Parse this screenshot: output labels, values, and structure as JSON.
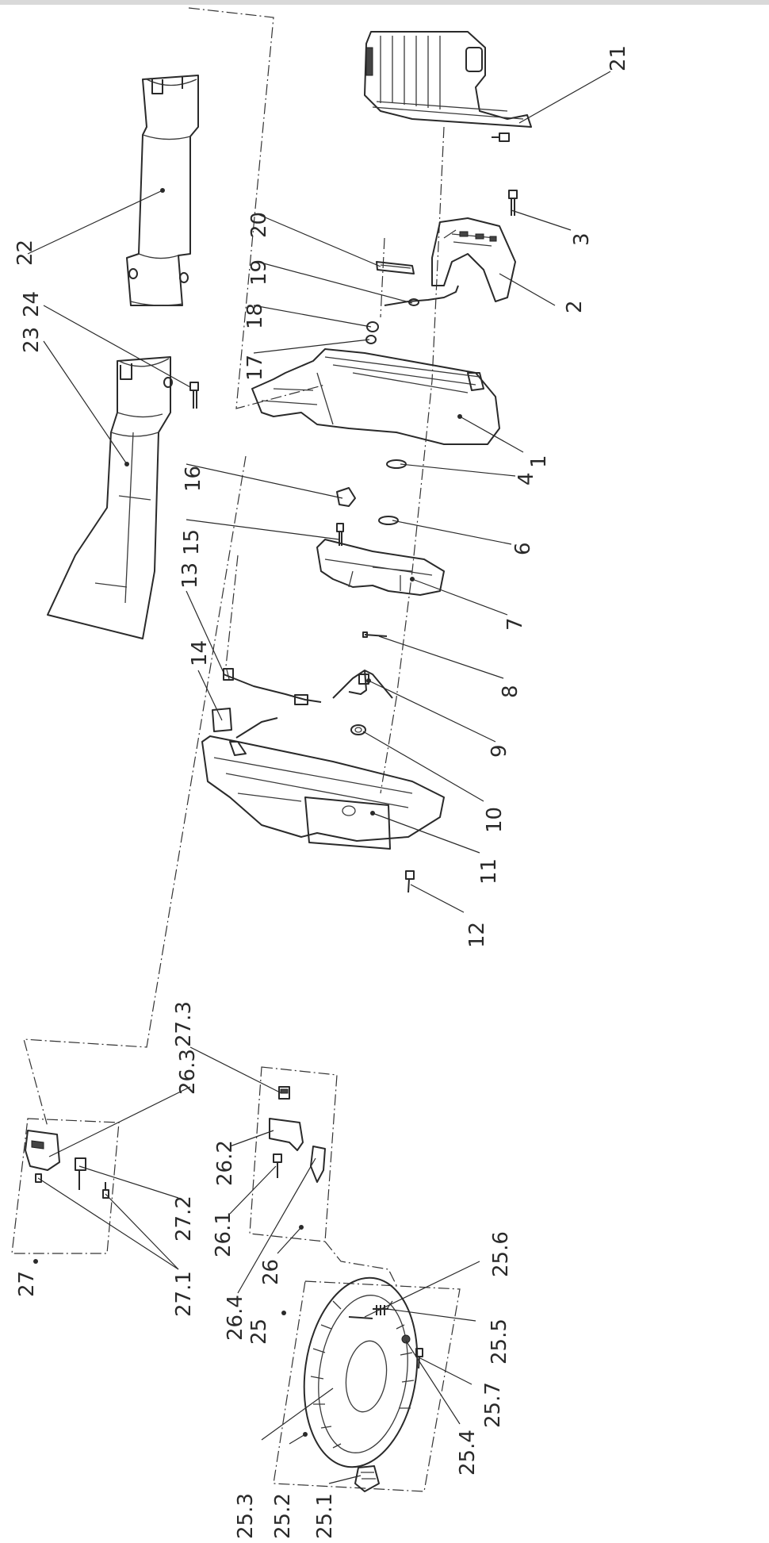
{
  "diagram": {
    "type": "exploded-parts-view",
    "labels": [
      {
        "id": "lbl-1",
        "text": "1"
      },
      {
        "id": "lbl-2",
        "text": "2"
      },
      {
        "id": "lbl-3",
        "text": "3"
      },
      {
        "id": "lbl-4",
        "text": "4"
      },
      {
        "id": "lbl-6",
        "text": "6"
      },
      {
        "id": "lbl-7",
        "text": "7"
      },
      {
        "id": "lbl-8",
        "text": "8"
      },
      {
        "id": "lbl-9",
        "text": "9"
      },
      {
        "id": "lbl-10",
        "text": "10"
      },
      {
        "id": "lbl-11",
        "text": "11"
      },
      {
        "id": "lbl-12",
        "text": "12"
      },
      {
        "id": "lbl-13",
        "text": "13"
      },
      {
        "id": "lbl-14",
        "text": "14"
      },
      {
        "id": "lbl-15",
        "text": "15"
      },
      {
        "id": "lbl-16",
        "text": "16"
      },
      {
        "id": "lbl-17",
        "text": "17"
      },
      {
        "id": "lbl-18",
        "text": "18"
      },
      {
        "id": "lbl-19",
        "text": "19"
      },
      {
        "id": "lbl-20",
        "text": "20"
      },
      {
        "id": "lbl-21",
        "text": "21"
      },
      {
        "id": "lbl-22",
        "text": "22"
      },
      {
        "id": "lbl-23",
        "text": "23"
      },
      {
        "id": "lbl-24",
        "text": "24"
      },
      {
        "id": "lbl-25",
        "text": "25"
      },
      {
        "id": "lbl-25-1",
        "text": "25.1"
      },
      {
        "id": "lbl-25-2",
        "text": "25.2"
      },
      {
        "id": "lbl-25-3",
        "text": "25.3"
      },
      {
        "id": "lbl-25-4",
        "text": "25.4"
      },
      {
        "id": "lbl-25-5",
        "text": "25.5"
      },
      {
        "id": "lbl-25-6",
        "text": "25.6"
      },
      {
        "id": "lbl-25-7",
        "text": "25.7"
      },
      {
        "id": "lbl-26",
        "text": "26"
      },
      {
        "id": "lbl-26-1",
        "text": "26.1"
      },
      {
        "id": "lbl-26-2",
        "text": "26.2"
      },
      {
        "id": "lbl-26-3",
        "text": "26.3"
      },
      {
        "id": "lbl-26-4",
        "text": "26.4"
      },
      {
        "id": "lbl-27",
        "text": "27"
      },
      {
        "id": "lbl-27-1",
        "text": "27.1"
      },
      {
        "id": "lbl-27-2",
        "text": "27.2"
      },
      {
        "id": "lbl-27-3",
        "text": "27.3"
      }
    ]
  }
}
